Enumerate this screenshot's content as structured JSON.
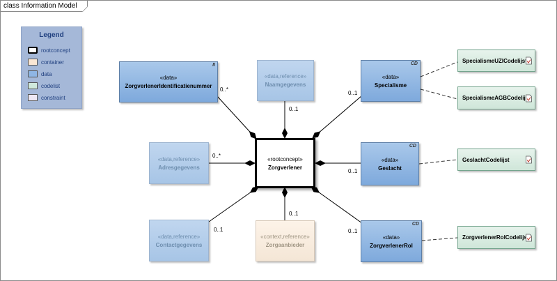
{
  "frame": {
    "title": "class Information Model"
  },
  "legend": {
    "title": "Legend",
    "items": [
      {
        "label": "rootconcept",
        "color": "#ffffff"
      },
      {
        "label": "container",
        "color": "#fbe7d4"
      },
      {
        "label": "data",
        "color": "#8fb6e4"
      },
      {
        "label": "codelist",
        "color": "#cfe9dc"
      },
      {
        "label": "constraint",
        "color": "#eee8f4"
      }
    ]
  },
  "classes": {
    "identificatie": {
      "stereotype": "«data»",
      "name": "ZorgverlenerIdentificatienummer",
      "tag": "II"
    },
    "naam": {
      "stereotype": "«data,reference»",
      "name": "Naamgegevens"
    },
    "specialisme": {
      "stereotype": "«data»",
      "name": "Specialisme",
      "tag": "CD"
    },
    "adres": {
      "stereotype": "«data,reference»",
      "name": "Adresgegevens"
    },
    "root": {
      "stereotype": "«rootconcept»",
      "name": "Zorgverlener"
    },
    "geslacht": {
      "stereotype": "«data»",
      "name": "Geslacht",
      "tag": "CD"
    },
    "contact": {
      "stereotype": "«data,reference»",
      "name": "Contactgegevens"
    },
    "zorgaanbieder": {
      "stereotype": "«context,reference»",
      "name": "Zorgaanbieder"
    },
    "rol": {
      "stereotype": "«data»",
      "name": "ZorgverlenerRol",
      "tag": "CD"
    }
  },
  "codelists": {
    "uzi": "SpecialismeUZICodelijst",
    "agb": "SpecialismeAGBCodelijst",
    "geslacht": "GeslachtCodelijst",
    "rol": "ZorgverlenerRolCodelijst"
  },
  "multiplicities": {
    "identificatie": "0..*",
    "naam": "0..1",
    "specialisme": "0..1",
    "adres": "0..*",
    "geslacht": "0..1",
    "contact": "0..1",
    "zorgaanbieder": "0..1",
    "rol": "0..1"
  }
}
